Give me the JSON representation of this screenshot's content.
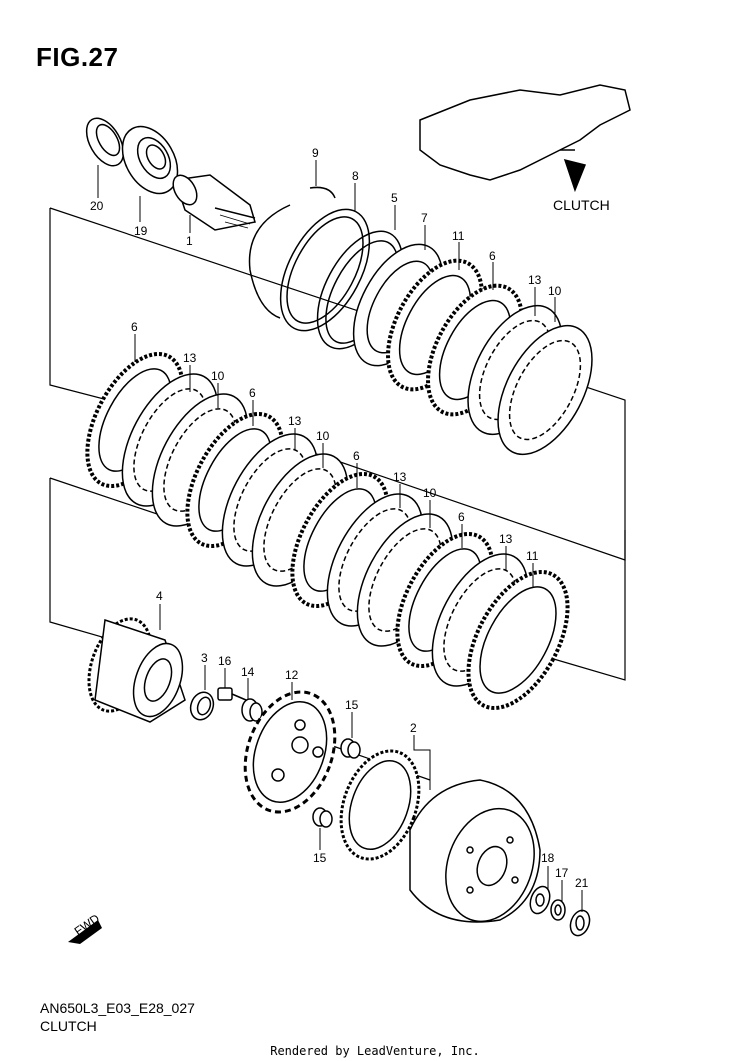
{
  "figure": {
    "title": "FIG.27",
    "diagram_code": "AN650L3_E03_E28_027",
    "diagram_name": "CLUTCH",
    "callout_label": "CLUTCH",
    "footer": "Rendered by LeadVenture, Inc.",
    "fwd_label": "FWD",
    "watermark": "LEADVENTURE"
  },
  "part_labels": {
    "p1": "1",
    "p2": "2",
    "p3": "3",
    "p4": "4",
    "p5": "5",
    "p6": "6",
    "p7": "7",
    "p8": "8",
    "p9": "9",
    "p10": "10",
    "p11": "11",
    "p12": "12",
    "p13": "13",
    "p14": "14",
    "p15": "15",
    "p16": "16",
    "p17": "17",
    "p18": "18",
    "p19": "19",
    "p20": "20",
    "p21": "21"
  }
}
